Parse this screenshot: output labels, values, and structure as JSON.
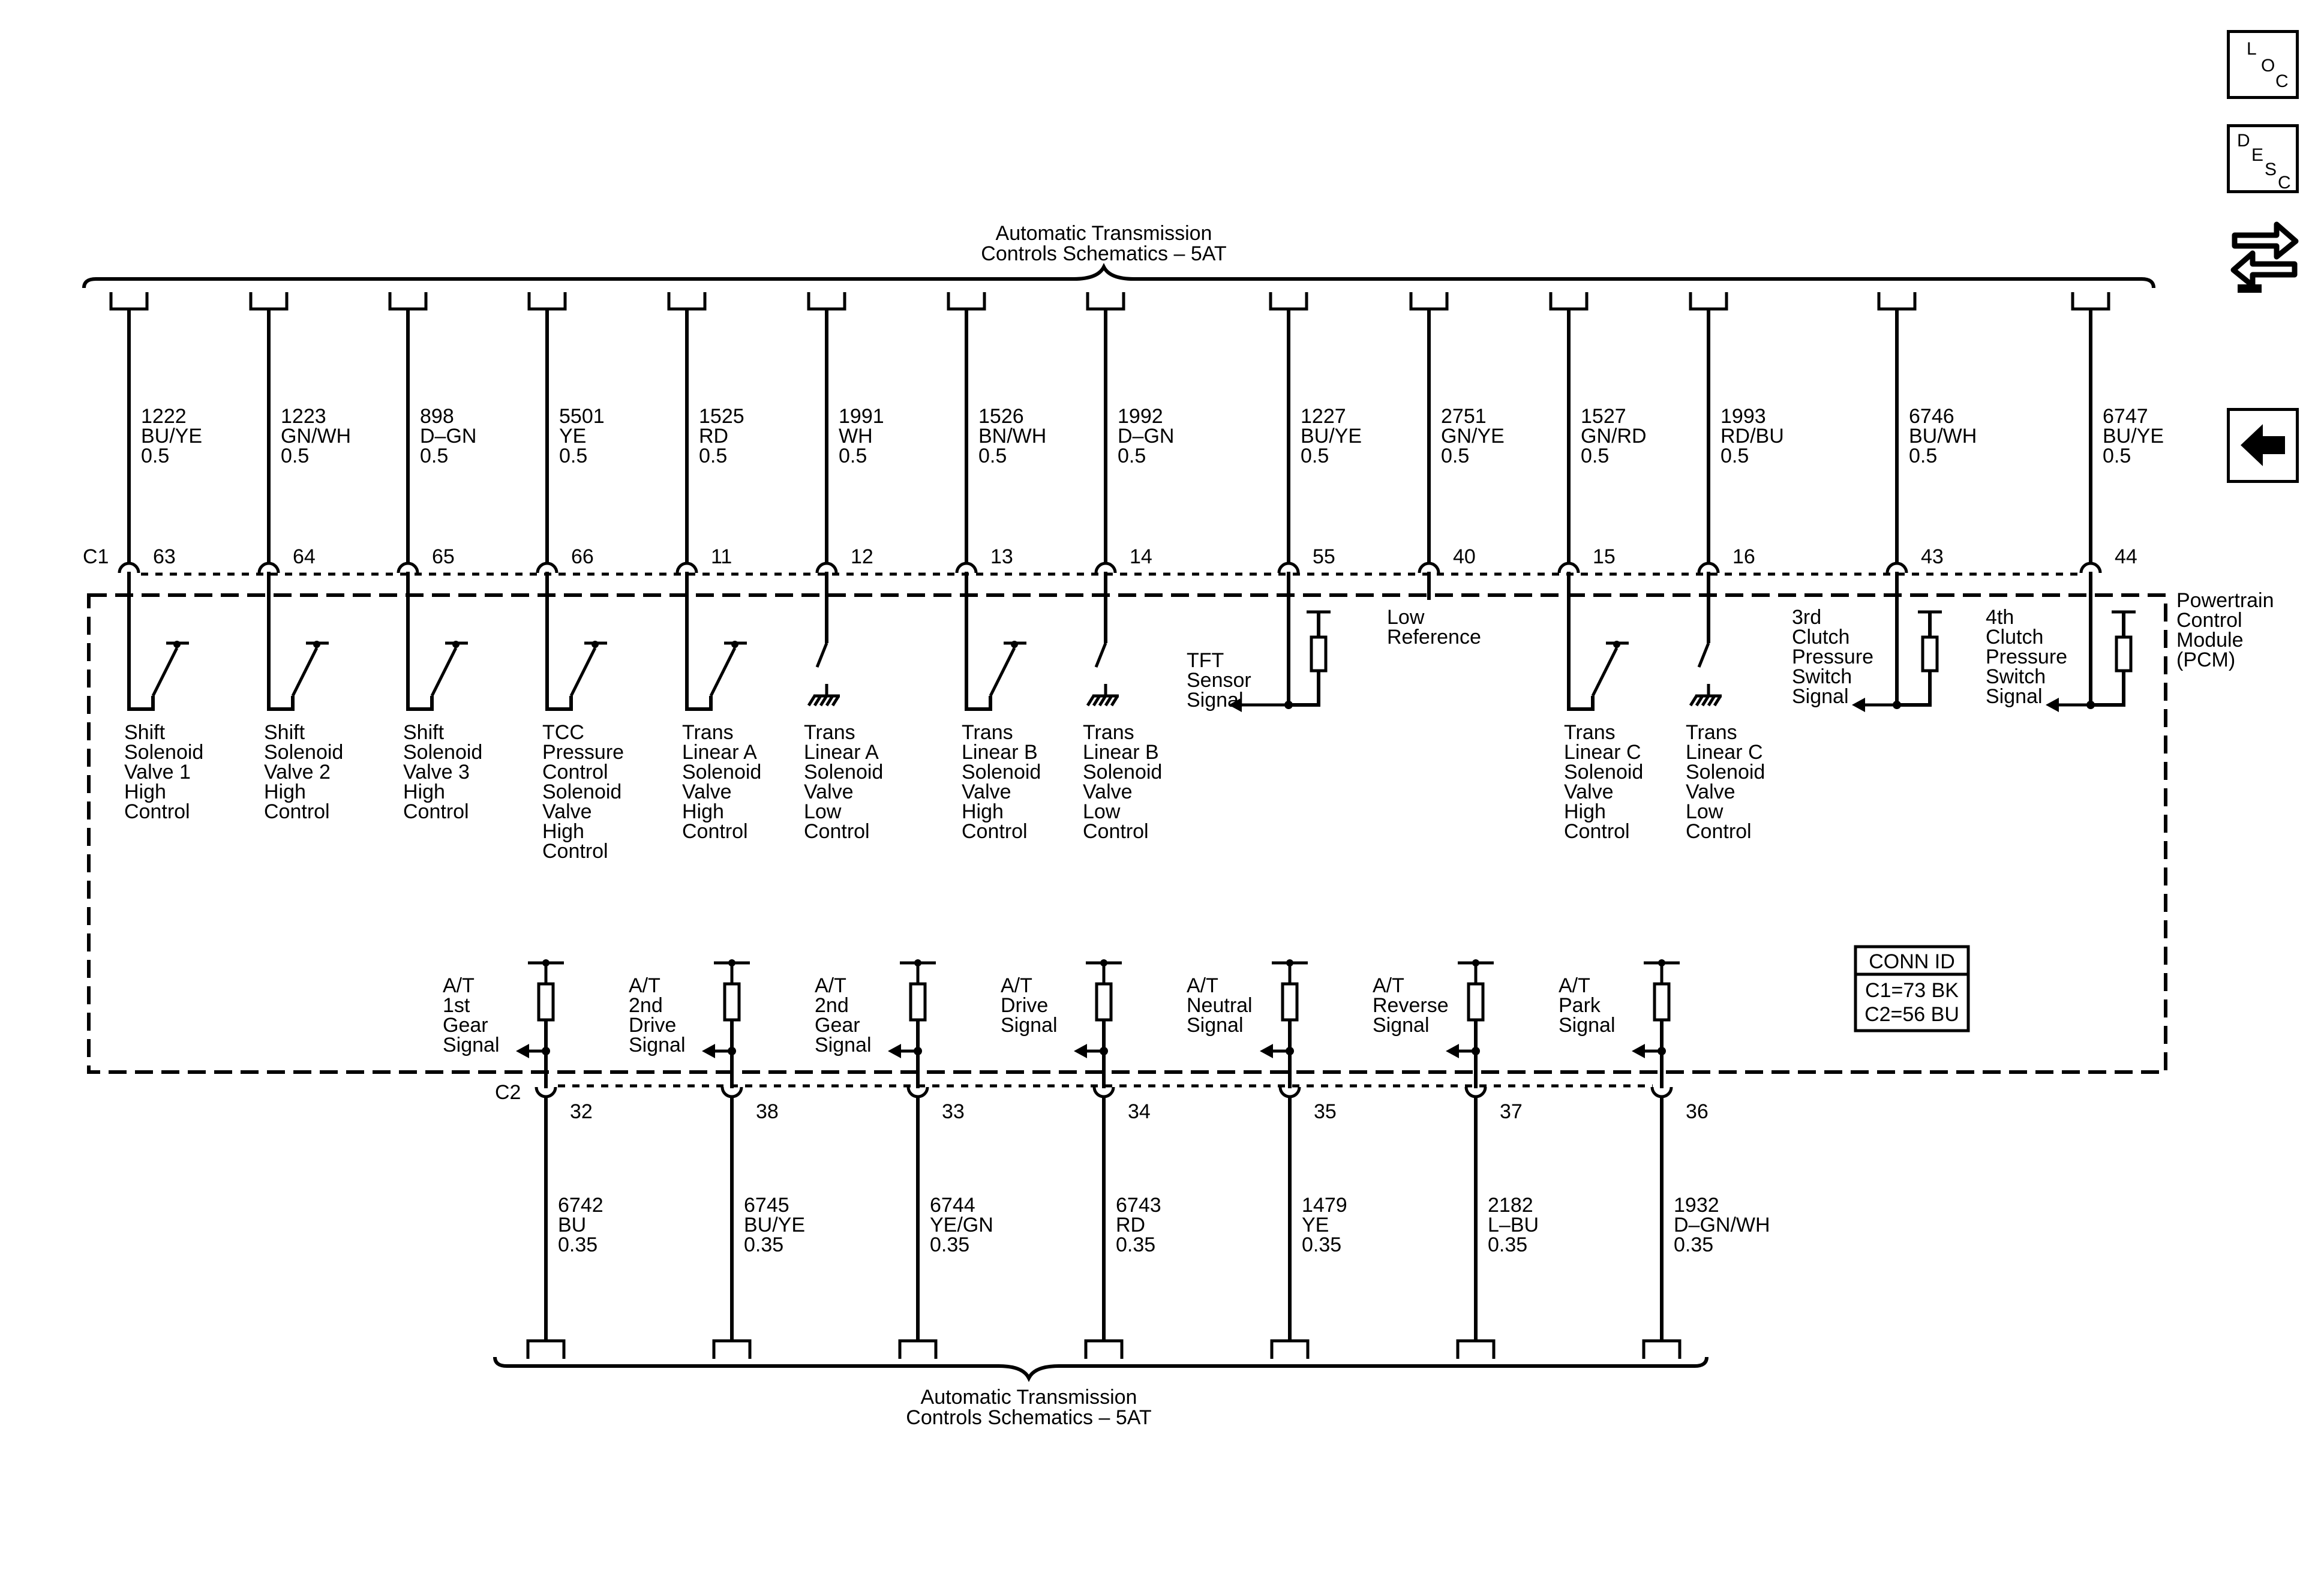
{
  "harness_top": "Automatic Transmission\nControls Schematics – 5AT",
  "harness_bottom": "Automatic Transmission\nControls Schematics – 5AT",
  "module_label": "Powertrain\nControl\nModule\n(PCM)",
  "connector_c1": "C1",
  "connector_c2": "C2",
  "conn_id": {
    "title": "CONN ID",
    "c1": "C1=73 BK",
    "c2": "C2=56 BU"
  },
  "top_circuits": [
    {
      "circuit": "1222",
      "color": "BU/YE",
      "size": "0.5",
      "pin": "63",
      "type": "switch_high",
      "label": "Shift\nSolenoid\nValve 1\nHigh\nControl"
    },
    {
      "circuit": "1223",
      "color": "GN/WH",
      "size": "0.5",
      "pin": "64",
      "type": "switch_high",
      "label": "Shift\nSolenoid\nValve 2\nHigh\nControl"
    },
    {
      "circuit": "898",
      "color": "D–GN",
      "size": "0.5",
      "pin": "65",
      "type": "switch_high",
      "label": "Shift\nSolenoid\nValve 3\nHigh\nControl"
    },
    {
      "circuit": "5501",
      "color": "YE",
      "size": "0.5",
      "pin": "66",
      "type": "switch_high",
      "label": "TCC\nPressure\nControl\nSolenoid\nValve\nHigh\nControl"
    },
    {
      "circuit": "1525",
      "color": "RD",
      "size": "0.5",
      "pin": "11",
      "type": "switch_high",
      "label": "Trans\nLinear A\nSolenoid\nValve\nHigh\nControl"
    },
    {
      "circuit": "1991",
      "color": "WH",
      "size": "0.5",
      "pin": "12",
      "type": "switch_low",
      "label": "Trans\nLinear A\nSolenoid\nValve\nLow\nControl"
    },
    {
      "circuit": "1526",
      "color": "BN/WH",
      "size": "0.5",
      "pin": "13",
      "type": "switch_high",
      "label": "Trans\nLinear B\nSolenoid\nValve\nHigh\nControl"
    },
    {
      "circuit": "1992",
      "color": "D–GN",
      "size": "0.5",
      "pin": "14",
      "type": "switch_low",
      "label": "Trans\nLinear B\nSolenoid\nValve\nLow\nControl"
    },
    {
      "circuit": "1227",
      "color": "BU/YE",
      "size": "0.5",
      "pin": "55",
      "type": "sensor_left",
      "label": "TFT\nSensor\nSignal"
    },
    {
      "circuit": "2751",
      "color": "GN/YE",
      "size": "0.5",
      "pin": "40",
      "type": "low_ref",
      "label": "Low\nReference"
    },
    {
      "circuit": "1527",
      "color": "GN/RD",
      "size": "0.5",
      "pin": "15",
      "type": "switch_high",
      "label": "Trans\nLinear C\nSolenoid\nValve\nHigh\nControl"
    },
    {
      "circuit": "1993",
      "color": "RD/BU",
      "size": "0.5",
      "pin": "16",
      "type": "switch_low",
      "label": "Trans\nLinear C\nSolenoid\nValve\nLow\nControl"
    },
    {
      "circuit": "6746",
      "color": "BU/WH",
      "size": "0.5",
      "pin": "43",
      "type": "pressure",
      "label": "3rd\nClutch\nPressure\nSwitch\nSignal"
    },
    {
      "circuit": "6747",
      "color": "BU/YE",
      "size": "0.5",
      "pin": "44",
      "type": "pressure",
      "label": "4th\nClutch\nPressure\nSwitch\nSignal"
    }
  ],
  "bottom_circuits": [
    {
      "circuit": "6742",
      "color": "BU",
      "size": "0.35",
      "pin": "32",
      "label": "A/T\n1st\nGear\nSignal"
    },
    {
      "circuit": "6745",
      "color": "BU/YE",
      "size": "0.35",
      "pin": "38",
      "label": "A/T\n2nd\nDrive\nSignal"
    },
    {
      "circuit": "6744",
      "color": "YE/GN",
      "size": "0.35",
      "pin": "33",
      "label": "A/T\n2nd\nGear\nSignal"
    },
    {
      "circuit": "6743",
      "color": "RD",
      "size": "0.35",
      "pin": "34",
      "label": "A/T\nDrive\nSignal"
    },
    {
      "circuit": "1479",
      "color": "YE",
      "size": "0.35",
      "pin": "35",
      "label": "A/T\nNeutral\nSignal"
    },
    {
      "circuit": "2182",
      "color": "L–BU",
      "size": "0.35",
      "pin": "37",
      "label": "A/T\nReverse\nSignal"
    },
    {
      "circuit": "1932",
      "color": "D–GN/WH",
      "size": "0.35",
      "pin": "36",
      "label": "A/T\nPark\nSignal"
    }
  ],
  "side_buttons": [
    {
      "name": "loc-button",
      "letters": [
        "L",
        "O",
        "C"
      ]
    },
    {
      "name": "desc-button",
      "letters": [
        "D",
        "E",
        "S",
        "C"
      ]
    }
  ],
  "icons": {
    "connector_view": "arrows-wrench-icon",
    "back": "back-arrow-icon"
  }
}
